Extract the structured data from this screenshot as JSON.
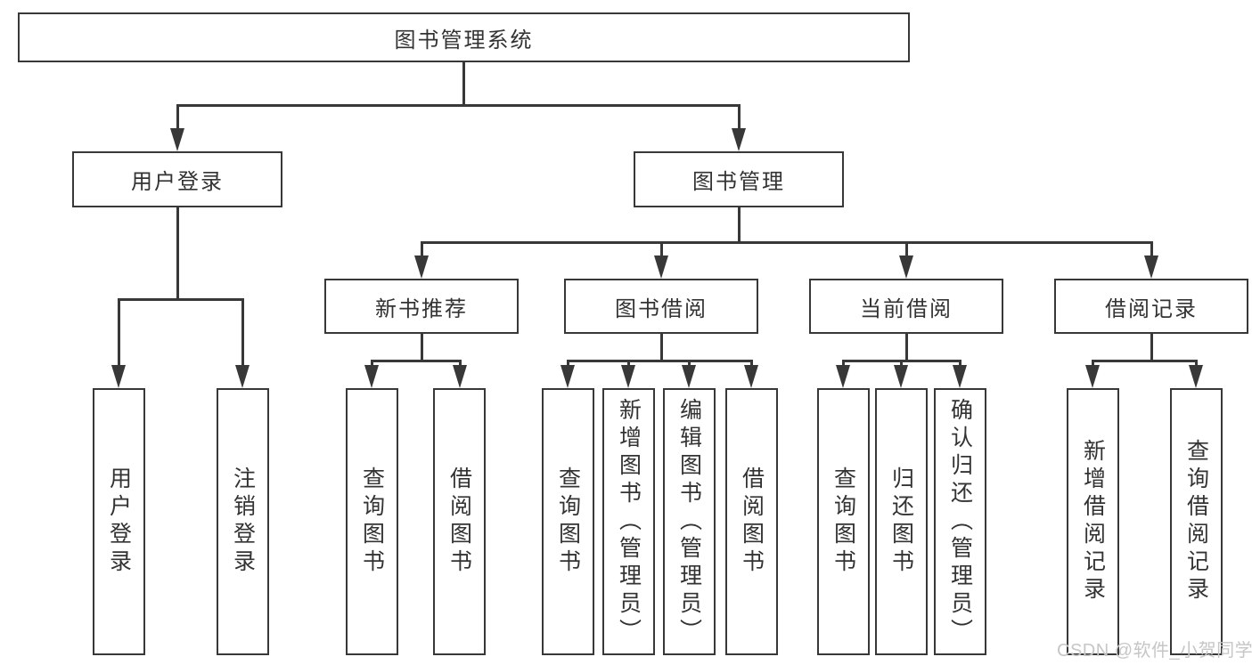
{
  "diagram": {
    "root": {
      "label": "图书管理系统"
    },
    "branches": [
      {
        "label": "用户登录",
        "children": [
          {
            "label": "用户登录"
          },
          {
            "label": "注销登录"
          }
        ]
      },
      {
        "label": "图书管理",
        "children": [
          {
            "label": "新书推荐",
            "children": [
              {
                "label": "查询图书"
              },
              {
                "label": "借阅图书"
              }
            ]
          },
          {
            "label": "图书借阅",
            "children": [
              {
                "label": "查询图书"
              },
              {
                "label": "新增图书（管理员）"
              },
              {
                "label": "编辑图书（管理员）"
              },
              {
                "label": "借阅图书"
              }
            ]
          },
          {
            "label": "当前借阅",
            "children": [
              {
                "label": "查询图书"
              },
              {
                "label": "归还图书"
              },
              {
                "label": "确认归还（管理员）"
              }
            ]
          },
          {
            "label": "借阅记录",
            "children": [
              {
                "label": "新增借阅记录"
              },
              {
                "label": "查询借阅记录"
              }
            ]
          }
        ]
      }
    ]
  },
  "watermark": {
    "text": "CSDN @软件_小贺同学"
  },
  "colors": {
    "line": "#383838",
    "text": "#333333",
    "watermark": "#c6c6c6",
    "background": "#ffffff"
  }
}
